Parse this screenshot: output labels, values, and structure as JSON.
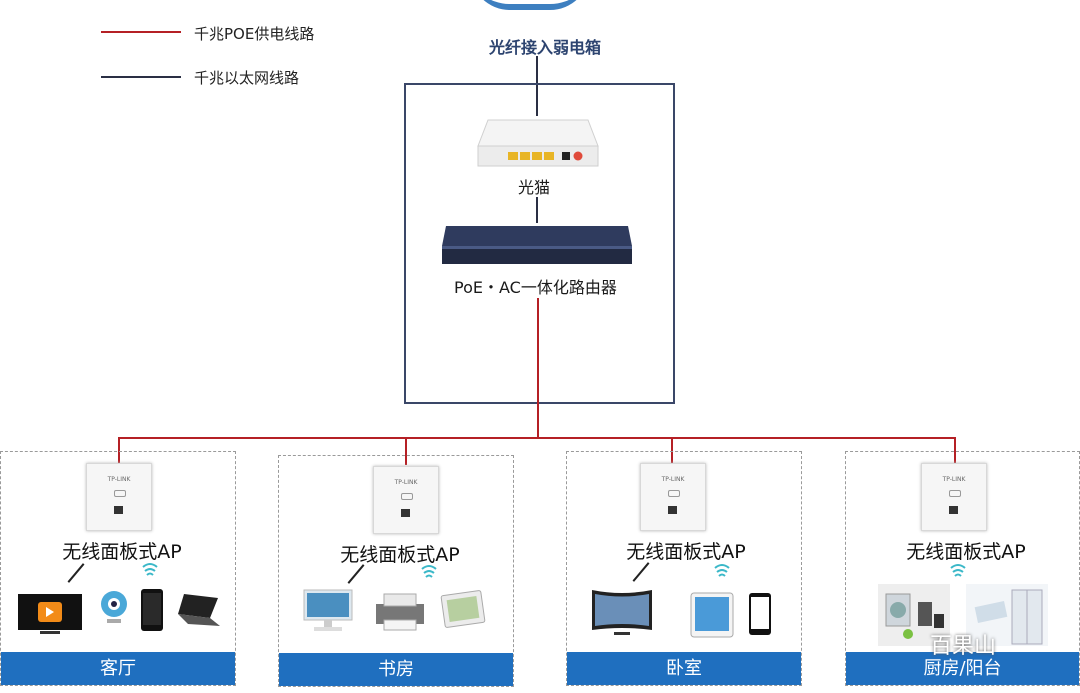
{
  "legend": {
    "poe_line": {
      "label": "千兆POE供电线路",
      "color": "#b52025"
    },
    "eth_line": {
      "label": "千兆以太网线路",
      "color": "#2a2f44"
    }
  },
  "core": {
    "fiber_label": "光纤接入弱电箱",
    "modem_label": "光猫",
    "router_label": "PoE・AC一体化路由器",
    "box_color": "#3a4768"
  },
  "ap_label": "无线面板式AP",
  "ap_brand": "TP-LINK",
  "rooms": [
    {
      "name": "客厅",
      "devices": [
        "tv-icon",
        "webcam-icon",
        "phone-icon",
        "laptop-icon"
      ]
    },
    {
      "name": "书房",
      "devices": [
        "desktop-icon",
        "printer-icon",
        "tablet-icon"
      ]
    },
    {
      "name": "卧室",
      "devices": [
        "curved-tv-icon",
        "tablet-icon",
        "phone-icon"
      ]
    },
    {
      "name": "厨房/阳台",
      "devices": [
        "appliance-icon",
        "fridge-icon"
      ]
    }
  ],
  "watermark": "百果山",
  "colors": {
    "room_bar": "#1f6fbf",
    "poe": "#b52025",
    "ethernet": "#2a2f44"
  }
}
